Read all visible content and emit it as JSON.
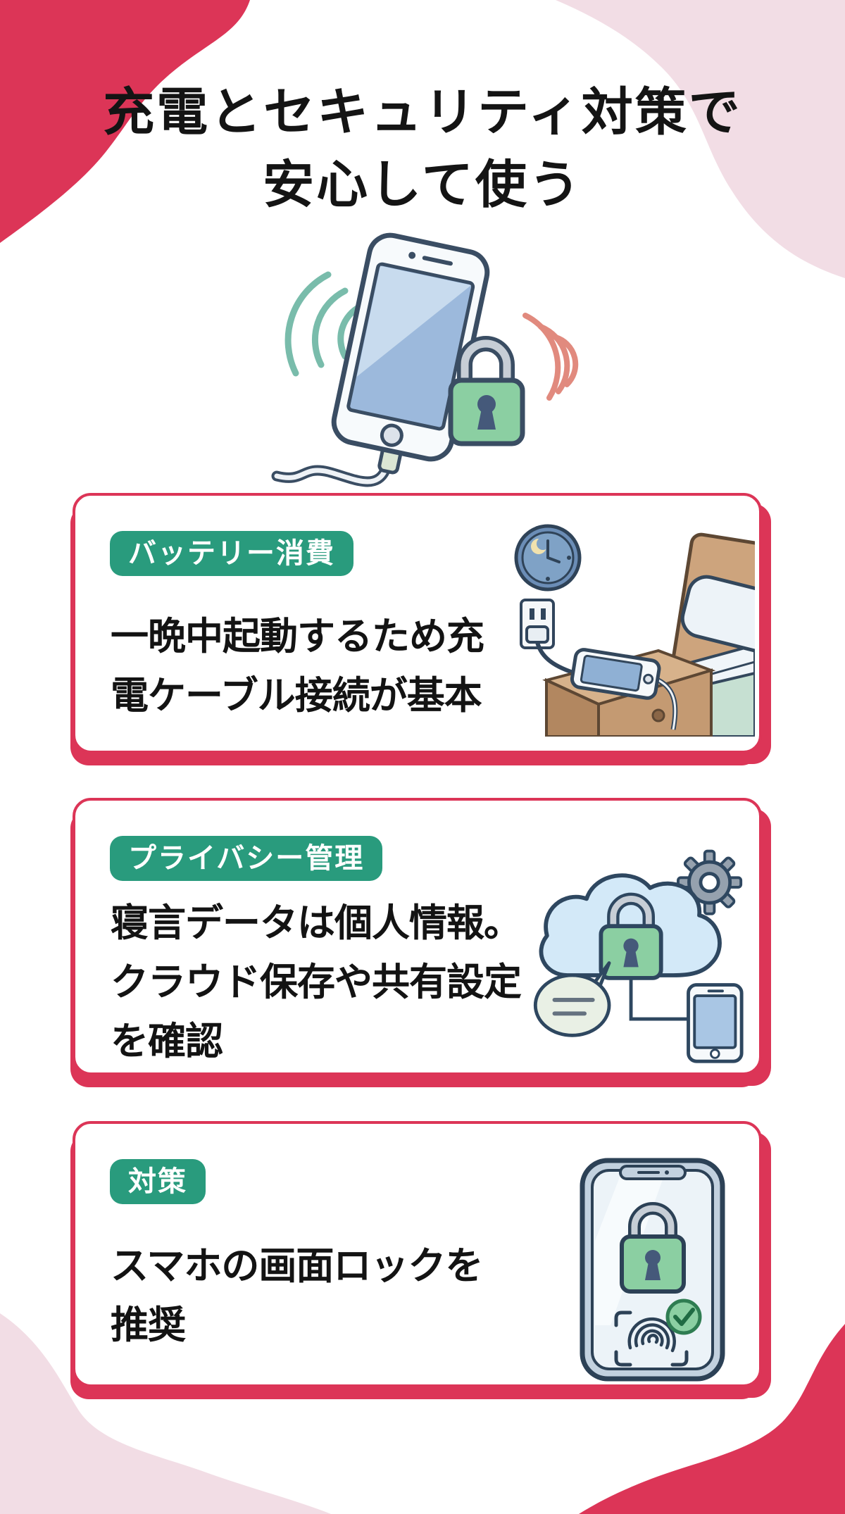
{
  "title": {
    "line1": "充電とセキュリティ対策で",
    "line2": "安心して使う"
  },
  "hero": {
    "icons": [
      "phone-icon",
      "lock-icon",
      "sound-waves-left-icon",
      "sound-waves-right-icon",
      "charging-cable-icon"
    ]
  },
  "cards": [
    {
      "badge": "バッテリー消費",
      "text_lines": [
        "一晩中起動するため充",
        "電ケーブル接続が基本"
      ],
      "illustration": "bedside-charging-illustration",
      "illustration_icons": [
        "clock-icon",
        "outlet-icon",
        "nightstand-icon",
        "phone-icon",
        "bed-icon"
      ]
    },
    {
      "badge": "プライバシー管理",
      "text_lines": [
        "寝言データは個人情報。",
        "クラウド保存や共有設定",
        "を確認"
      ],
      "illustration": "cloud-security-illustration",
      "illustration_icons": [
        "cloud-icon",
        "lock-icon",
        "gear-icon",
        "speech-bubble-icon",
        "phone-icon"
      ]
    },
    {
      "badge": "対策",
      "text_lines": [
        "スマホの画面ロックを",
        "推奨"
      ],
      "illustration": "screen-lock-illustration",
      "illustration_icons": [
        "phone-icon",
        "lock-icon",
        "fingerprint-icon",
        "checkmark-icon"
      ]
    }
  ],
  "colors": {
    "accent_red": "#dc3557",
    "soft_pink": "#f2dde5",
    "badge_green": "#299b7d",
    "lock_green": "#8bcfa2",
    "text_black": "#131313",
    "outline_navy": "#3a4d63"
  }
}
